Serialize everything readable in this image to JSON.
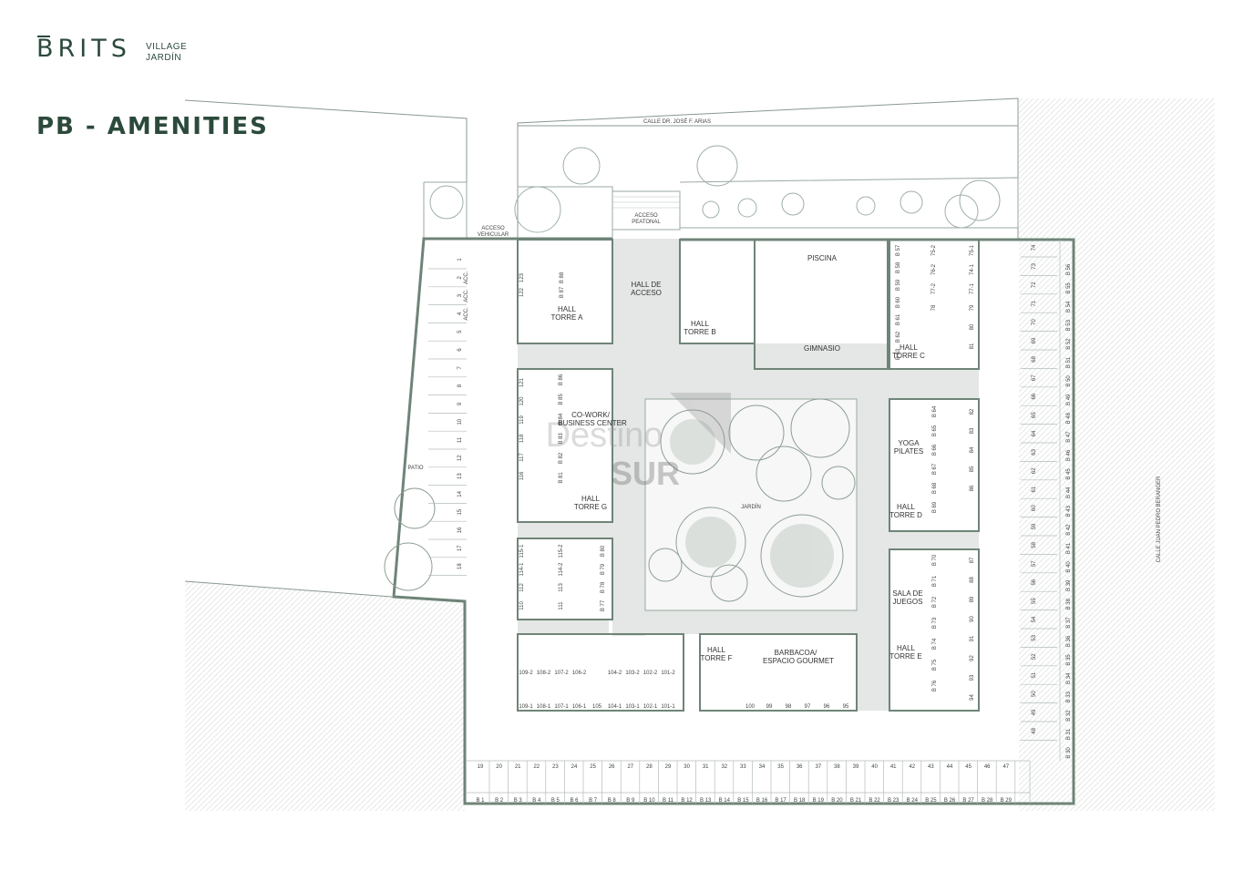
{
  "brand": {
    "name": "BRITS",
    "sub_line1": "VILLAGE",
    "sub_line2": "JARDÍN"
  },
  "page_title": "PB - AMENITIES",
  "streets": {
    "top": "CALLE DR. JOSÉ F. ARIAS",
    "right": "CALLE JUAN PEDRO BERANGER"
  },
  "watermark": {
    "line1": "Destino",
    "line2": "SUR"
  },
  "areas": {
    "acceso_vehicular": [
      "ACCESO",
      "VEHICULAR"
    ],
    "acceso_peatonal": [
      "ACCESO",
      "PEATONAL"
    ],
    "hall_acceso": [
      "HALL DE",
      "ACCESO"
    ],
    "piscina": [
      "PISCINA"
    ],
    "gimnasio": [
      "GIMNASIO"
    ],
    "hall_torre_a": [
      "HALL",
      "TORRE A"
    ],
    "hall_torre_b": [
      "HALL",
      "TORRE B"
    ],
    "hall_torre_c": [
      "HALL",
      "TORRE C"
    ],
    "hall_torre_d": [
      "HALL",
      "TORRE D"
    ],
    "hall_torre_e": [
      "HALL",
      "TORRE E"
    ],
    "hall_torre_f": [
      "HALL",
      "TORRE F"
    ],
    "hall_torre_g": [
      "HALL",
      "TORRE G"
    ],
    "cowork": [
      "CO-WORK/",
      "BUSINESS CENTER"
    ],
    "yoga": [
      "YOGA",
      "PILATES"
    ],
    "sala_juegos": [
      "SALA DE",
      "JUEGOS"
    ],
    "barbacoa": [
      "BARBACOA/",
      "ESPACIO GOURMET"
    ],
    "jardin": [
      "JARDÍN"
    ],
    "patio": [
      "PATIO"
    ]
  },
  "parking": {
    "left_column": [
      "1",
      "2\nACC.",
      "3\nACC.",
      "4\nACC.",
      "5",
      "6",
      "7",
      "8",
      "9",
      "10",
      "11",
      "12",
      "13",
      "14",
      "15",
      "16",
      "17",
      "18"
    ],
    "bottom_row": [
      "19",
      "20",
      "21",
      "22",
      "23",
      "24",
      "25",
      "26",
      "27",
      "28",
      "29",
      "30",
      "31",
      "32",
      "33",
      "34",
      "35",
      "36",
      "37",
      "38",
      "39",
      "40",
      "41",
      "42",
      "43",
      "44",
      "45",
      "46",
      "47"
    ],
    "right_column": [
      "74",
      "73",
      "72",
      "71",
      "70",
      "69",
      "68",
      "67",
      "66",
      "65",
      "64",
      "63",
      "62",
      "61",
      "60",
      "59",
      "58",
      "57",
      "56",
      "55",
      "54",
      "53",
      "52",
      "51",
      "50",
      "49",
      "48"
    ],
    "boxes_bottom": [
      "B 1",
      "B 2",
      "B 3",
      "B 4",
      "B 5",
      "B 6",
      "B 7",
      "B 8",
      "B 9",
      "B 10",
      "B 11",
      "B 12",
      "B 13",
      "B 14",
      "B 15",
      "B 16",
      "B 17",
      "B 18",
      "B 19",
      "B 20",
      "B 21",
      "B 22",
      "B 23",
      "B 24",
      "B 25",
      "B 26",
      "B 27",
      "B 28",
      "B 29"
    ],
    "boxes_right": [
      "B 56",
      "B 55",
      "B 54",
      "B 53",
      "B 52",
      "B 51",
      "B 50",
      "B 49",
      "B 48",
      "B 47",
      "B 46",
      "B 45",
      "B 44",
      "B 43",
      "B 42",
      "B 41",
      "B 40",
      "B 39",
      "B 38",
      "B 37",
      "B 36",
      "B 35",
      "B 34",
      "B 33",
      "B 32",
      "B 31",
      "B 30"
    ],
    "inner_bottom_left": [
      "109-1",
      "108-1",
      "107-1",
      "106-1",
      "105",
      "104-1",
      "103-1",
      "102-1",
      "101-1"
    ],
    "inner_bottom_left_upper": [
      "109-2",
      "108-2",
      "107-2",
      "106-2",
      "104-2",
      "103-2",
      "102-2",
      "101-2"
    ],
    "inner_bottom_mid": [
      "100",
      "99",
      "98",
      "97",
      "96",
      "95"
    ],
    "inner_left_top": [
      "123",
      "122"
    ],
    "inner_left_boxes_a": [
      "B 88",
      "B 87"
    ],
    "inner_left_mid": [
      "121",
      "120",
      "119",
      "118",
      "117",
      "116"
    ],
    "inner_left_boxes_g": [
      "B 86",
      "B 85",
      "B 84",
      "B 83",
      "B 82",
      "B 81"
    ],
    "inner_left_low": [
      "115-1",
      "114-1",
      "112",
      "110"
    ],
    "inner_left_low2": [
      "115-2",
      "114-2",
      "113",
      "111"
    ],
    "inner_left_low_boxes": [
      "B 80",
      "B 79",
      "B 78",
      "B 77"
    ],
    "inner_right_top_boxes": [
      "B 57",
      "B 58",
      "B 59",
      "B 60",
      "B 61",
      "B 62",
      "B 63"
    ],
    "inner_right_top_cars": [
      "75-2",
      "76-2",
      "77-2",
      "78"
    ],
    "inner_right_top_cars2": [
      "75-1",
      "74-1",
      "77-1",
      "79",
      "80",
      "81"
    ],
    "inner_right_mid_boxes": [
      "B 64",
      "B 65",
      "B 66",
      "B 67",
      "B 68",
      "B 69"
    ],
    "inner_right_mid_cars": [
      "82",
      "83",
      "84",
      "85",
      "86"
    ],
    "inner_right_low_boxes": [
      "B 70",
      "B 71",
      "B 72",
      "B 73",
      "B 74",
      "B 75",
      "B 76"
    ],
    "inner_right_low_cars": [
      "87",
      "88",
      "89",
      "90",
      "91",
      "92",
      "93",
      "94"
    ]
  }
}
